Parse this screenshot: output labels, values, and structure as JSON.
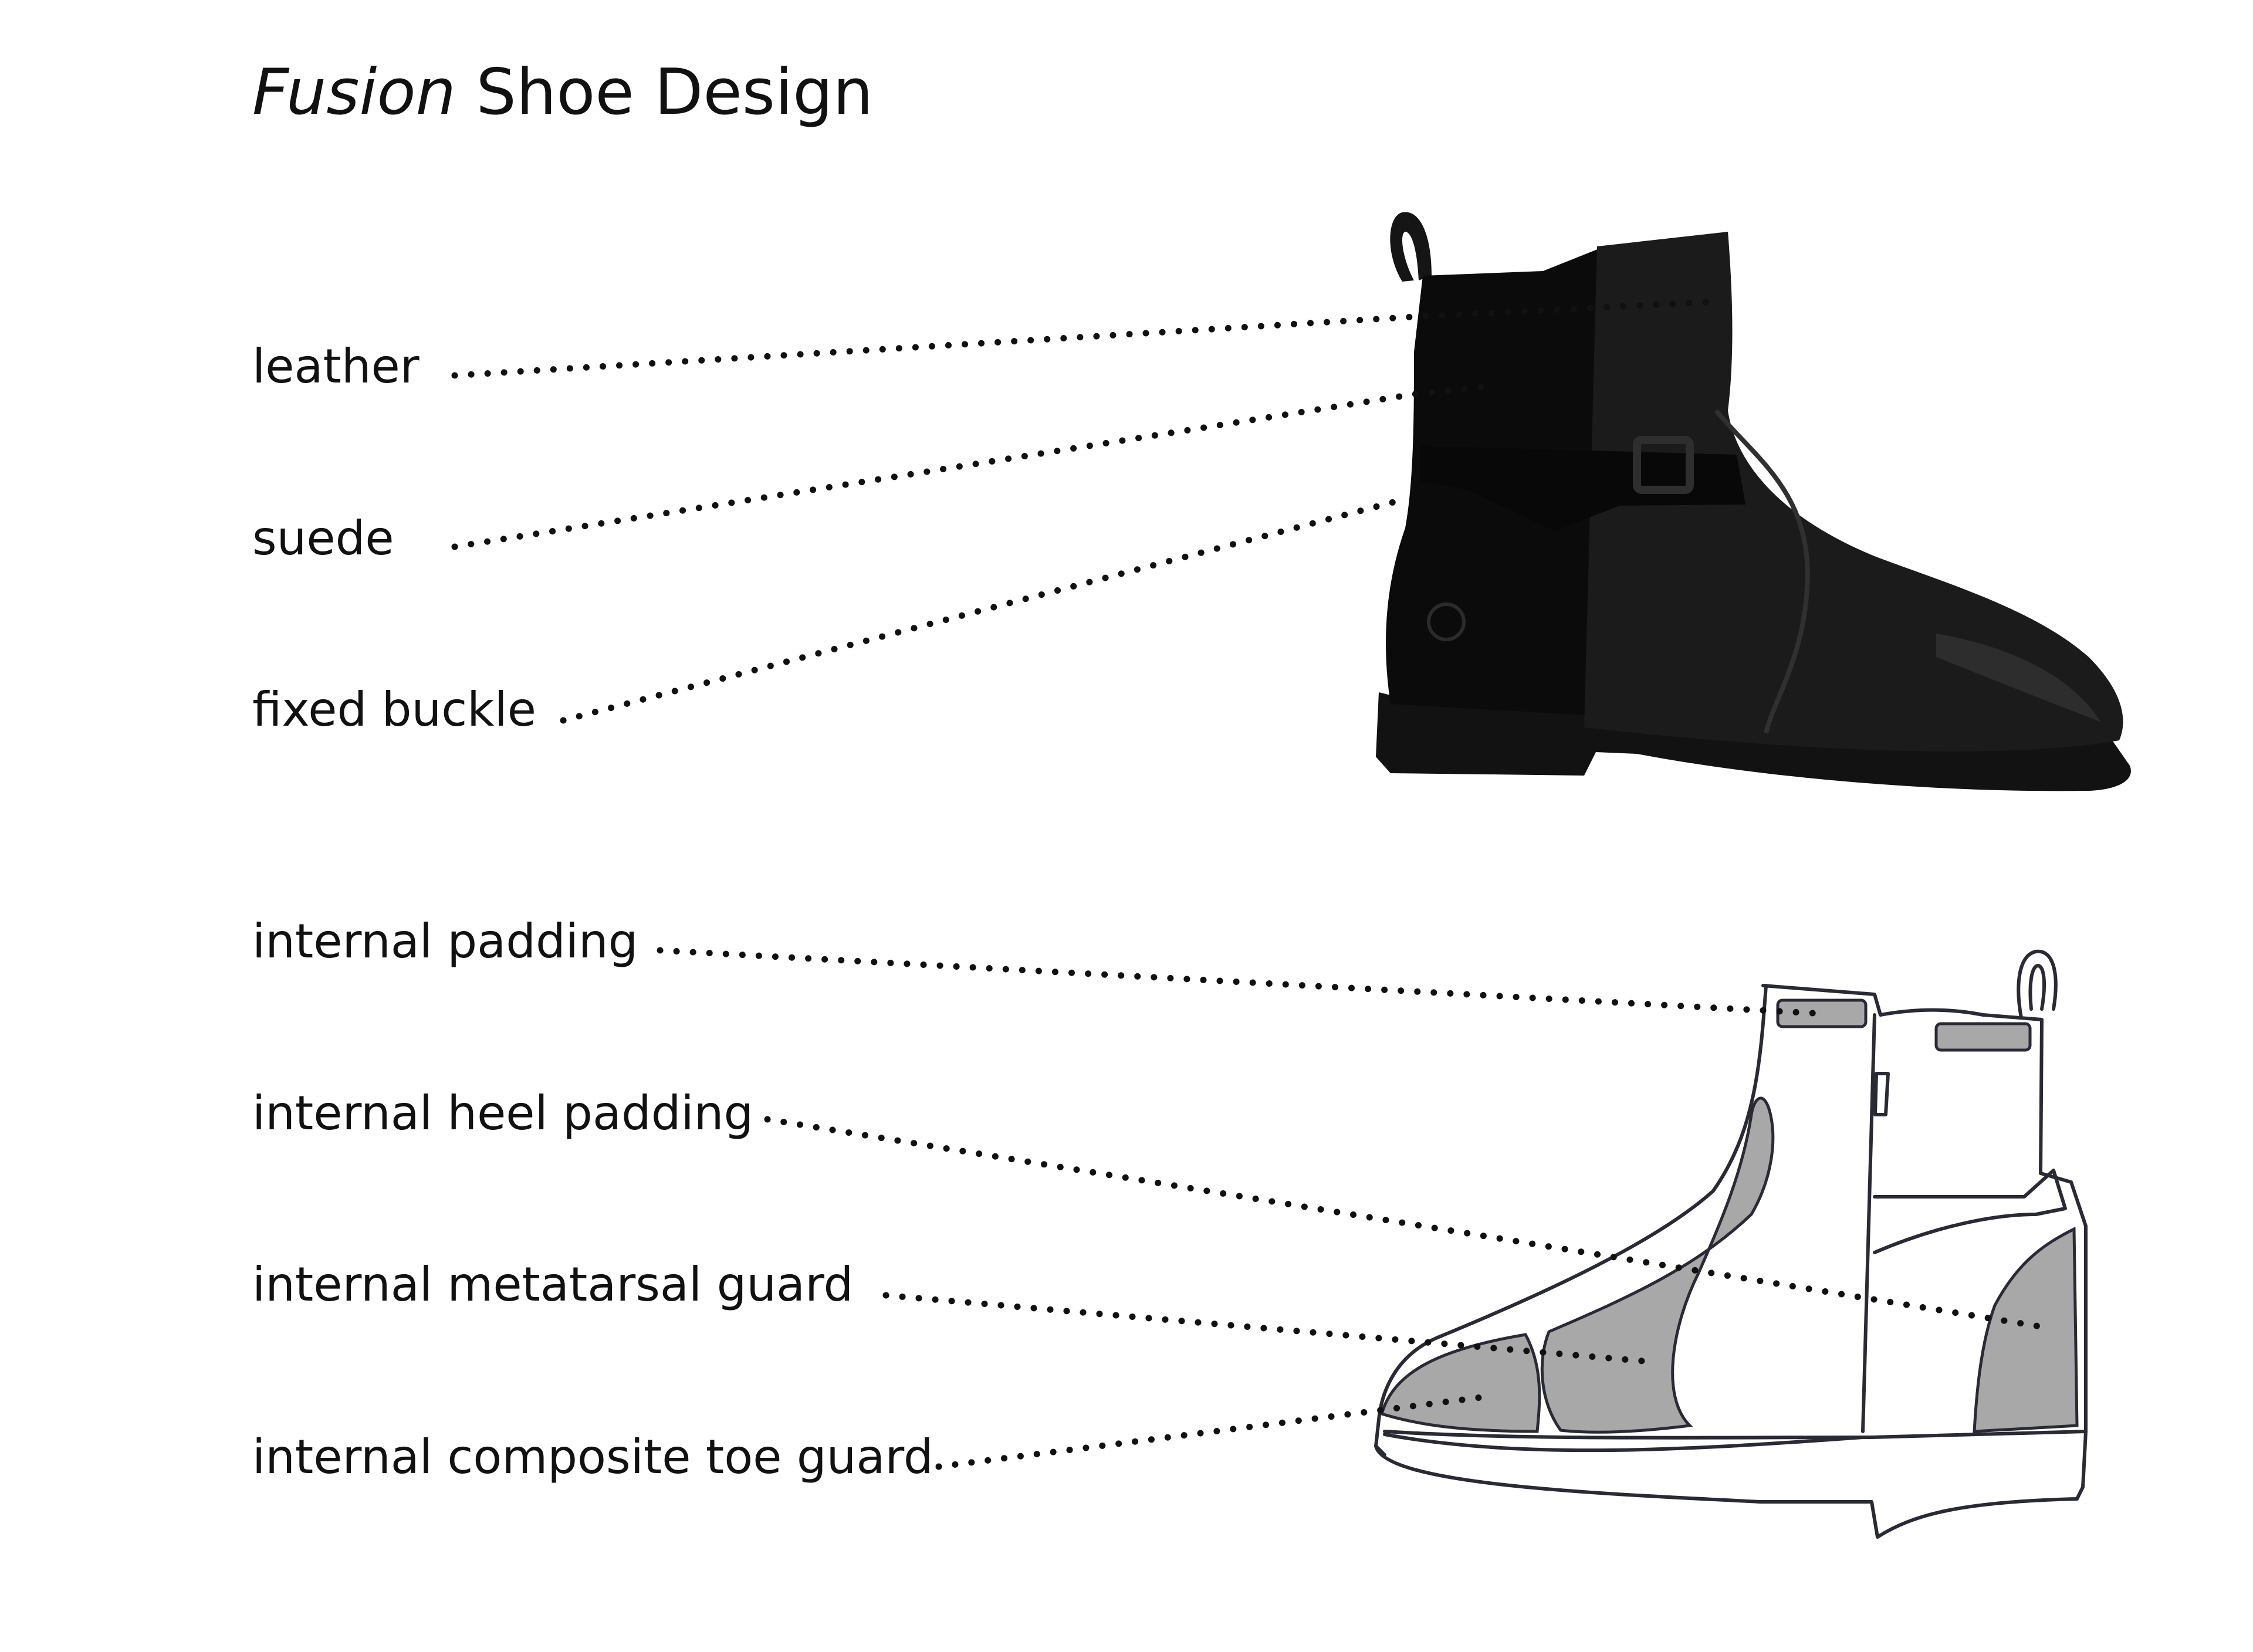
{
  "title": {
    "brand": "Fusion",
    "rest": "Shoe Design"
  },
  "labels": {
    "leather": "leather",
    "suede": "suede",
    "fixed_buckle": "fixed buckle",
    "internal_padding": "internal padding",
    "internal_heel_padding": "internal heel padding",
    "internal_metatarsal_guard": "internal metatarsal guard",
    "internal_composite_toe_guard": "internal composite toe guard"
  },
  "colors": {
    "boot": "#0e0e0e",
    "padding_fill": "#a8a8a8",
    "outline": "#2a2a35",
    "dots": "#111111"
  }
}
